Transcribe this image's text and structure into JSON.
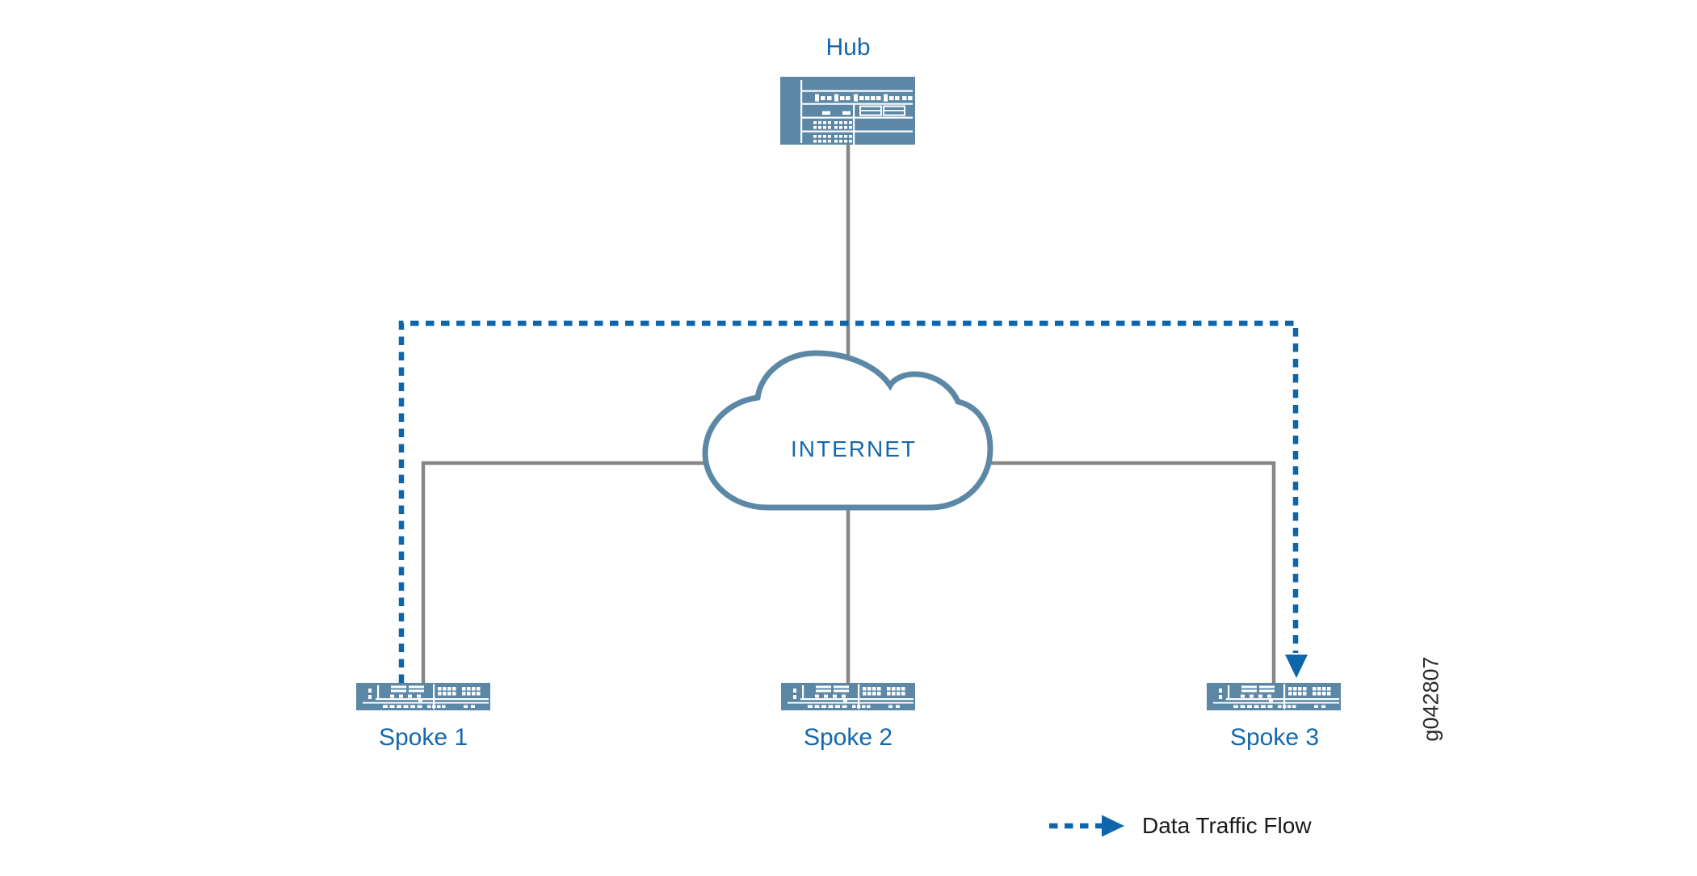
{
  "figure": {
    "id_label": "g042807",
    "nodes": {
      "hub": {
        "label": "Hub",
        "type": "router-chassis"
      },
      "internet": {
        "label": "INTERNET",
        "type": "cloud"
      },
      "spoke1": {
        "label": "Spoke 1",
        "type": "router-1u"
      },
      "spoke2": {
        "label": "Spoke 2",
        "type": "router-1u"
      },
      "spoke3": {
        "label": "Spoke 3",
        "type": "router-1u"
      }
    },
    "legend": {
      "flow_label": "Data Traffic Flow"
    },
    "flow": {
      "description": "dotted arrow from Spoke 1 over the top to Spoke 3"
    },
    "colors": {
      "device_fill": "#5c88a6",
      "cloud_stroke": "#5c88a6",
      "label_blue": "#1568ad",
      "flow_blue": "#0d66ac",
      "link_gray": "#878787",
      "legend_text": "#1a1a1a"
    }
  }
}
